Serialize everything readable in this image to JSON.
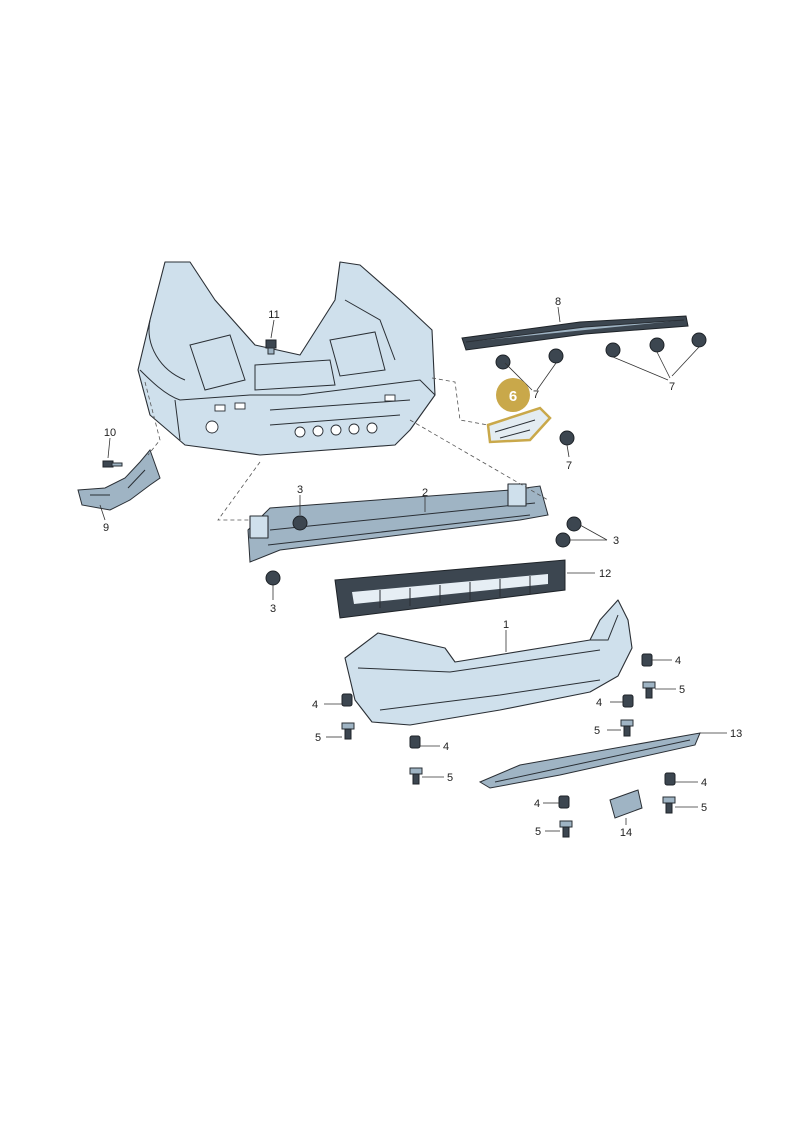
{
  "diagram": {
    "highlighted_part": "6",
    "highlight_color": "#c9a84a",
    "callouts": {
      "c1": "1",
      "c2": "2",
      "c3a": "3",
      "c3b": "3",
      "c3c": "3",
      "c4a": "4",
      "c4b": "4",
      "c4c": "4",
      "c4d": "4",
      "c4e": "4",
      "c4f": "4",
      "c5a": "5",
      "c5b": "5",
      "c5c": "5",
      "c5d": "5",
      "c5e": "5",
      "c5f": "5",
      "c6": "6",
      "c7a": "7",
      "c7b": "7",
      "c7c": "7",
      "c8": "8",
      "c9": "9",
      "c10": "10",
      "c11": "11",
      "c12": "12",
      "c13": "13",
      "c14": "14"
    }
  }
}
